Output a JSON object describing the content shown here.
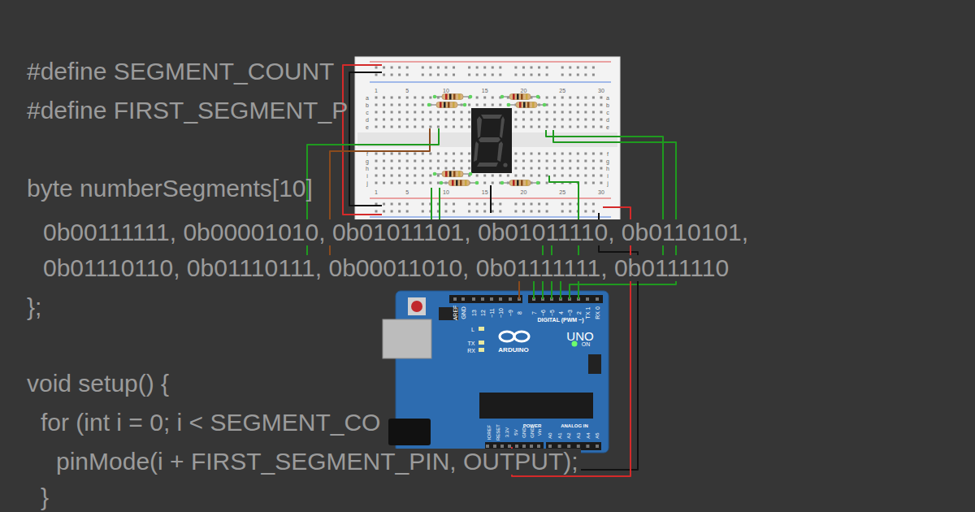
{
  "diagram": {
    "labels": [
      "#define SEGMENT_COUNT",
      "#define FIRST_SEGMENT_P",
      "byte numberSegments[10]",
      "0b00111111, 0b00001010, 0b01011101, 0b01011110, 0b0110101,",
      "0b01110110, 0b01110111, 0b00011010, 0b01111111, 0b0111110",
      "};",
      "void setup() {",
      "for (int i = 0; i < SEGMENT_CO",
      "pinMode(i + FIRST_SEGMENT_PIN, OUTPUT);",
      "}",
      "1",
      "5",
      "10",
      "15",
      "20",
      "25",
      "30",
      "1",
      "5",
      "10",
      "15",
      "20",
      "25",
      "30",
      "a",
      "b",
      "c",
      "d",
      "e",
      "f",
      "g",
      "h",
      "i",
      "j",
      "a",
      "b",
      "c",
      "d",
      "e",
      "f",
      "g",
      "h",
      "i",
      "j",
      "AREF",
      "GND",
      "13",
      "12",
      "~11",
      "~10",
      "~9",
      "8",
      "7",
      "~6",
      "~5",
      "4",
      "~3",
      "2",
      "TX 1",
      "RX 0",
      "DIGITAL (PWM ~)",
      "L",
      "TX",
      "RX",
      "UNO",
      "ARDUINO",
      "ON",
      "IOREF",
      "RESET",
      "3.3V",
      "5V",
      "GND",
      "GND",
      "Vin",
      "POWER",
      "ANALOG IN",
      "A0",
      "A1",
      "A2",
      "A3",
      "A4",
      "A5"
    ]
  }
}
